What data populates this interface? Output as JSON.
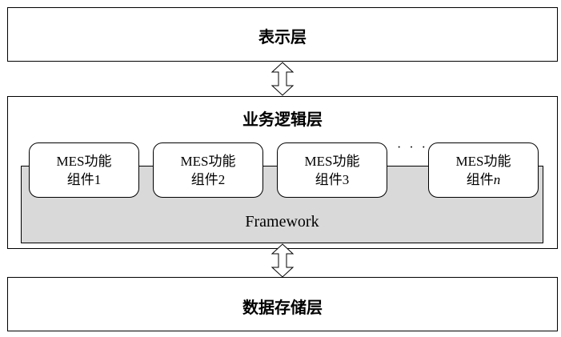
{
  "layers": {
    "presentation": "表示层",
    "business_logic": "业务逻辑层",
    "data_storage": "数据存储层"
  },
  "framework": {
    "label": "Framework"
  },
  "components": [
    {
      "line1": "MES功能",
      "line2_prefix": "组件",
      "line2_suffix": "1",
      "suffix_italic": false
    },
    {
      "line1": "MES功能",
      "line2_prefix": "组件",
      "line2_suffix": "2",
      "suffix_italic": false
    },
    {
      "line1": "MES功能",
      "line2_prefix": "组件",
      "line2_suffix": "3",
      "suffix_italic": false
    },
    {
      "line1": "MES功能",
      "line2_prefix": "组件",
      "line2_suffix": "n",
      "suffix_italic": true
    }
  ],
  "ellipsis": "· · ·",
  "colors": {
    "framework_fill": "#d9d9d9",
    "border": "#000000",
    "background": "#ffffff"
  }
}
